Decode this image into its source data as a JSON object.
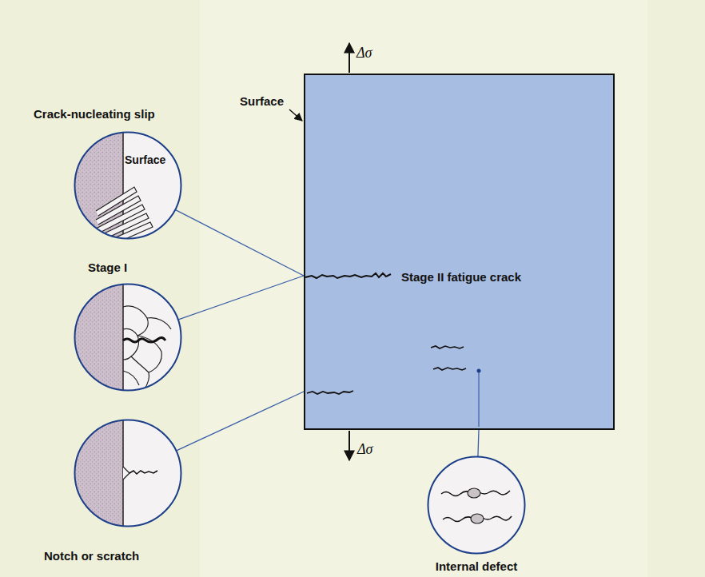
{
  "diagram": {
    "nodes": [
      {
        "text": [
          "Stage II fatigue crack"
        ]
      },
      {
        "text": [
          "Crack-nucleating slip",
          "Surface"
        ]
      },
      {
        "text": [
          "Stage I"
        ]
      },
      {
        "text": [
          "Notch or scratch"
        ]
      },
      {
        "text": [
          "Internal defect"
        ]
      }
    ],
    "edges": [
      {
        "from": 1,
        "to": 0,
        "arrow": "none"
      },
      {
        "from": 2,
        "to": 0,
        "arrow": "none"
      },
      {
        "from": 3,
        "to": 0,
        "arrow": "none"
      },
      {
        "from": 4,
        "to": 0,
        "arrow": "none"
      }
    ],
    "labels": [
      "Surface",
      "Δσ",
      "Δσ"
    ]
  }
}
